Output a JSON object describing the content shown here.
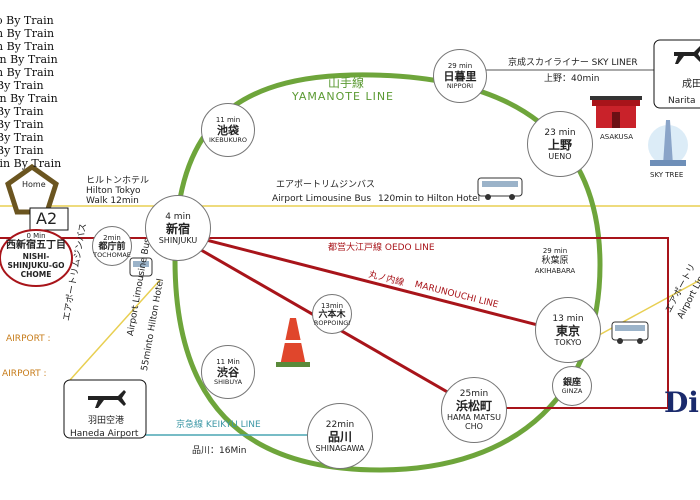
{
  "line_labels": {
    "yamanote_jp": "山手線",
    "yamanote_en": "YAMANOTE LINE",
    "oedo": "都営大江戸線  OEDO LINE",
    "marunouchi_jp": "丸ノ内線",
    "marunouchi_en": "MARUNOUCHI LINE",
    "keikyu": "京急線  KEIKYU  LINE",
    "shinagawa_time": "品川：16Min",
    "skyliner": "京成スカイライナー   SKY LINER",
    "ueno_time": "上野：40min"
  },
  "by_train": [
    "o By Train",
    "n By Train",
    "n By Train",
    "in By Train",
    "n By Train",
    "By Train",
    "in By Train",
    "By Train",
    "By Train",
    "By Train",
    "By Train",
    "lin By Train"
  ],
  "home": {
    "label": "Home",
    "tag": "A2"
  },
  "hilton": {
    "jp": "ヒルトンホテル",
    "en": "Hilton Tokyo",
    "walk": "Walk 12min"
  },
  "airport_bus": {
    "jp": "エアポートリムジンバス",
    "en": "Airport Limousine Bus",
    "time": "120min to Hilton Hotel"
  },
  "side_bus": {
    "jp": "エアポートリムジンバス",
    "en": "Airport Limousine Bus",
    "time": "55minto Hilton Hotel"
  },
  "right_bus": {
    "jp": "エアポートリ",
    "en": "Airport Lin"
  },
  "left_airports": [
    "AIRPORT :",
    "AIRPORT :"
  ],
  "haneda": {
    "jp": "羽田空港",
    "en": "Haneda   Airport"
  },
  "narita": {
    "jp": "成田",
    "en": "Narita"
  },
  "landmarks": {
    "asakusa": "ASAKUSA",
    "skytree": "SKY TREE",
    "disney_partial": "Dis"
  },
  "stations": {
    "nishishinjuku": {
      "time": "0 Min",
      "jp": "西新宿五丁目",
      "en": "NISHI-SHINJUKU-GO CHOME"
    },
    "tochomae": {
      "time": "2min",
      "jp": "都庁前",
      "en": "TOCHOMAE"
    },
    "shinjuku": {
      "time": "4 min",
      "jp": "新宿",
      "en": "SHINJUKU"
    },
    "ikebukuro": {
      "time": "11 min",
      "jp": "池袋",
      "en": "IKEBUKURO"
    },
    "nippori": {
      "time": "29 min",
      "jp": "日暮里",
      "en": "NIPPORI"
    },
    "ueno": {
      "time": "23 min",
      "jp": "上野",
      "en": "UENO"
    },
    "akihabara": {
      "time": "29 min",
      "jp": "秋葉原",
      "en": "AKIHABARA"
    },
    "tokyo": {
      "time": "13 min",
      "jp": "東京",
      "en": "TOKYO"
    },
    "roppongi": {
      "time": "13min",
      "jp": "六本木",
      "en": "ROPPOINGI"
    },
    "shibuya": {
      "time": "11 Min",
      "jp": "渋谷",
      "en": "SHIBUYA"
    },
    "ginza": {
      "jp": "銀座",
      "en": "GINZA"
    },
    "hamamatsucho": {
      "time": "25min",
      "jp": "浜松町",
      "en": "HAMA MATSU CHO"
    },
    "shinagawa": {
      "time": "22min",
      "jp": "品川",
      "en": "SHINAGAWA"
    }
  },
  "colors": {
    "yamanote": "#6ea53b",
    "oedo": "#a8141a",
    "marunouchi": "#a8141a",
    "keikyu": "#4aa6b3",
    "bus": "#e8cf52",
    "home": "#6b5520"
  }
}
